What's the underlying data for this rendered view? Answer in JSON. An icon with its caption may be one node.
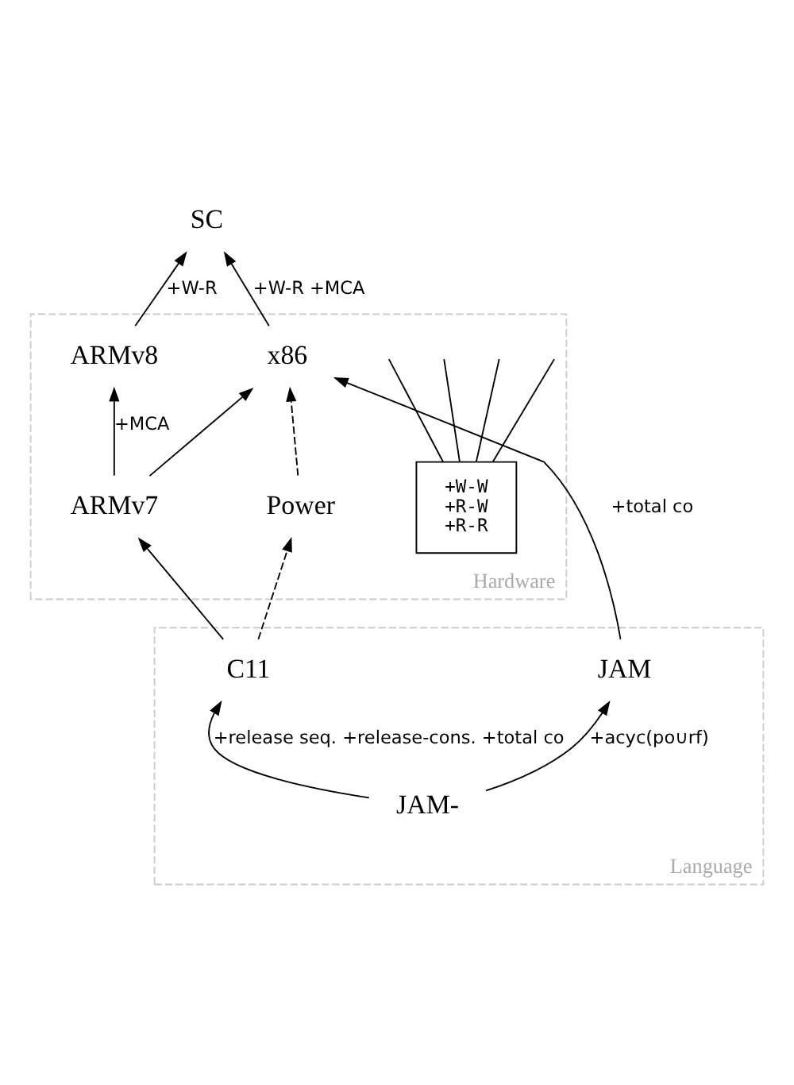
{
  "diagram": {
    "nodes": [
      {
        "text": [
          "SC"
        ]
      },
      {
        "text": [
          "Hardware"
        ]
      },
      {
        "text": [
          "x86"
        ],
        "in": 1
      },
      {
        "text": [
          "+W-W +R-W +R-R"
        ],
        "in": 1
      },
      {
        "text": [
          "ARMv8"
        ],
        "in": 1
      },
      {
        "text": [
          "ARMv7"
        ],
        "in": 1
      },
      {
        "text": [
          "Power"
        ],
        "in": 1
      },
      {
        "text": [
          "Language"
        ]
      },
      {
        "text": [
          "JAM"
        ],
        "in": 7
      },
      {
        "text": [
          "C11"
        ],
        "in": 7
      },
      {
        "text": [
          "JAM-"
        ],
        "in": 7
      }
    ],
    "edges": [
      {
        "from": 2,
        "to": 0,
        "arrow": "to",
        "label": "+W-R +MCA"
      },
      {
        "from": 4,
        "to": 0,
        "arrow": "to",
        "label": "+W-R"
      },
      {
        "from": 6,
        "to": 2,
        "arrow": "to",
        "style": "dashed"
      },
      {
        "from": 5,
        "to": 2,
        "arrow": "to"
      },
      {
        "from": 5,
        "to": 4,
        "arrow": "to",
        "label": "+MCA"
      },
      {
        "from": 8,
        "to": 2,
        "arrow": "to",
        "label": "+total co"
      },
      {
        "from": 9,
        "to": 5,
        "arrow": "to"
      },
      {
        "from": 9,
        "to": 6,
        "arrow": "to",
        "style": "dashed"
      },
      {
        "from": 10,
        "to": 8,
        "arrow": "to",
        "label": "+acyc(po∪rf)"
      },
      {
        "from": 10,
        "to": 9,
        "arrow": "to",
        "label": "+release seq. +release-cons. +total co"
      },
      {
        "from": 3,
        "to": null,
        "arrow": "none"
      },
      {
        "from": 3,
        "to": null,
        "arrow": "none"
      },
      {
        "from": 3,
        "to": null,
        "arrow": "none"
      },
      {
        "from": 3,
        "to": null,
        "arrow": "none"
      }
    ]
  }
}
